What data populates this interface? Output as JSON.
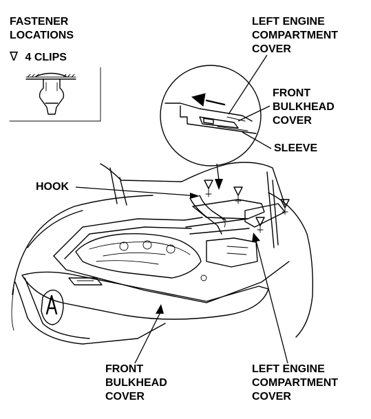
{
  "legend": {
    "title_line1": "FASTENER",
    "title_line2": "LOCATIONS",
    "clip_symbol": "∇",
    "clip_label": "4 CLIPS"
  },
  "callouts": {
    "detail_left_cover": [
      "LEFT ENGINE",
      "COMPARTMENT",
      "COVER"
    ],
    "detail_front_bulkhead": [
      "FRONT",
      "BULKHEAD",
      "COVER"
    ],
    "sleeve": "SLEEVE",
    "hook": "HOOK",
    "bottom_front_bulkhead": [
      "FRONT",
      "BULKHEAD",
      "COVER"
    ],
    "bottom_left_cover": [
      "LEFT ENGINE",
      "COMPARTMENT",
      "COVER"
    ]
  }
}
